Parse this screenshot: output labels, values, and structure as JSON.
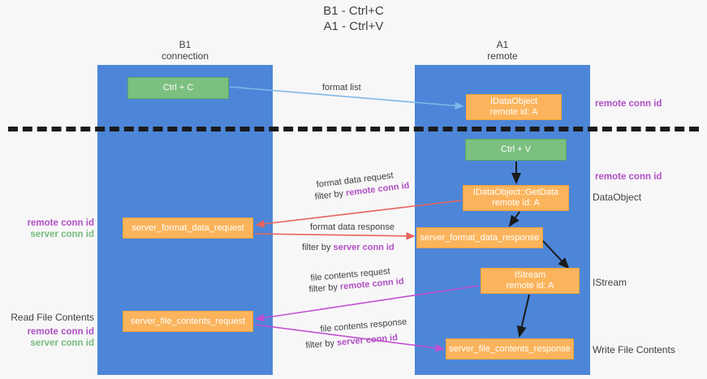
{
  "title": {
    "line1": "B1 - Ctrl+C",
    "line2": "A1 - Ctrl+V"
  },
  "lanes": [
    {
      "id": "b1",
      "name": "B1",
      "role": "connection"
    },
    {
      "id": "a1",
      "name": "A1",
      "role": "remote"
    }
  ],
  "nodes": {
    "ctrl_c": {
      "label": "Ctrl + C",
      "color": "#7cc080"
    },
    "ctrl_v": {
      "label": "Ctrl + V",
      "color": "#7cc080"
    },
    "idataobject": {
      "label": "IDataObject",
      "sublabel": "remote id: A",
      "color": "#fbb45c"
    },
    "getdata": {
      "label": "IDataObject::GetData",
      "sublabel": "remote id: A",
      "color": "#fbb45c"
    },
    "istream": {
      "label": "IStream",
      "sublabel": "remote id: A",
      "color": "#fbb45c"
    },
    "server_format_data_request": {
      "label": "server_format_data_request",
      "color": "#fbb45c"
    },
    "server_format_data_response": {
      "label": "server_format_data_response",
      "color": "#fbb45c"
    },
    "server_file_contents_request": {
      "label": "server_file_contents_request",
      "color": "#fbb45c"
    },
    "server_file_contents_response": {
      "label": "server_file_contents_response",
      "color": "#fbb45c"
    }
  },
  "edges": {
    "format_list": {
      "label": "format list"
    },
    "format_data_request": {
      "label": "format data request",
      "filter_prefix": "filter by ",
      "filter_key": "remote conn id"
    },
    "format_data_response": {
      "label": "format data response",
      "filter_prefix": "filter by ",
      "filter_key": "server conn id"
    },
    "file_contents_request": {
      "label": "file contents request",
      "filter_prefix": "filter by ",
      "filter_key": "remote conn id"
    },
    "file_contents_response": {
      "label": "file contents response",
      "filter_prefix": "filter by ",
      "filter_key": "server conn id"
    }
  },
  "annotations": {
    "right": [
      {
        "text": "remote conn id",
        "style": "purple"
      },
      {
        "text": "remote conn id",
        "style": "purple"
      },
      {
        "text": "DataObject",
        "style": "plain"
      },
      {
        "text": "IStream",
        "style": "plain"
      },
      {
        "text": "Write File Contents",
        "style": "plain"
      }
    ],
    "left": {
      "mid_remote": "remote conn id",
      "mid_server": "server conn id",
      "read_file_contents": "Read File Contents",
      "bottom_remote": "remote conn id",
      "bottom_server": "server conn id"
    }
  },
  "colors": {
    "lane": "#4d86d8",
    "node_green": "#7cc080",
    "node_orange": "#fbb45c",
    "purple": "#b04fc4",
    "green_text": "#76bb7f",
    "divider": "#1a1a1a",
    "arrow_blue": "#7fb7e8",
    "arrow_red": "#e8645c",
    "arrow_magenta": "#c14fd0",
    "arrow_black": "#1a1a1a",
    "background": "#f7f7f7"
  }
}
